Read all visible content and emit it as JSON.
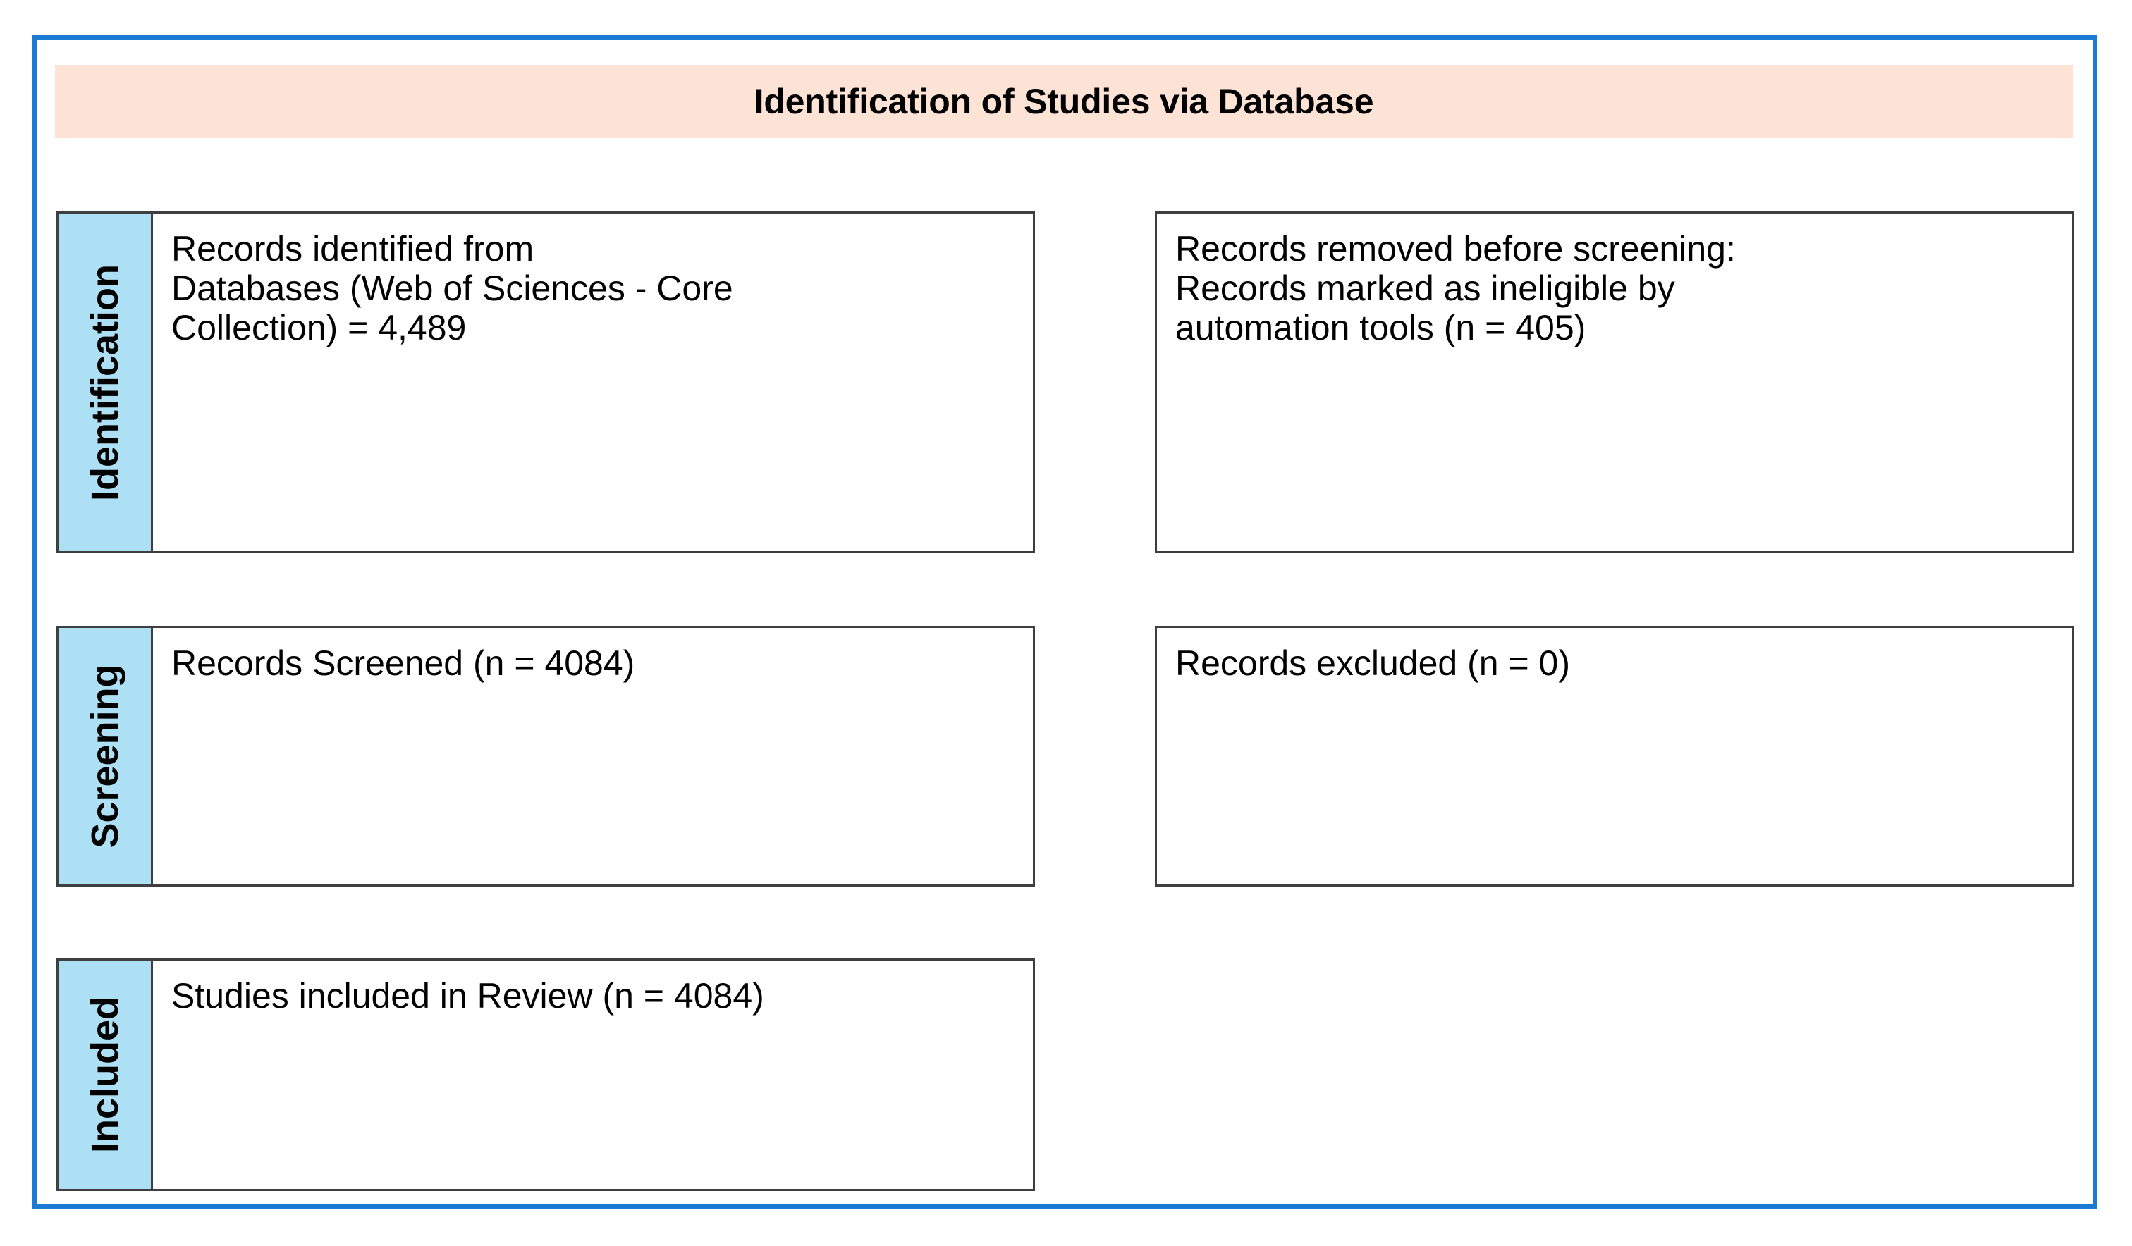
{
  "diagram": {
    "title": "Identification of Studies via Database",
    "colors": {
      "frame_blue": "#1B7AD1",
      "banner_pink": "#FDE3D6",
      "tab_blue": "#AEE0F5",
      "box_border": "#3F3F3F",
      "text": "#000000"
    },
    "stages": [
      {
        "tab_label": "Identification",
        "left_box": {
          "text": "Records identified from\nDatabases (Web of Sciences - Core\nCollection) = 4,489"
        },
        "right_box": {
          "text": "Records removed before screening:\nRecords marked as ineligible by\nautomation tools (n = 405)"
        }
      },
      {
        "tab_label": "Screening",
        "left_box": {
          "text": "Records Screened (n = 4084)"
        },
        "right_box": {
          "text": "Records excluded (n = 0)"
        }
      },
      {
        "tab_label": "Included",
        "left_box": {
          "text": "Studies included in Review (n = 4084)"
        }
      }
    ]
  },
  "chart_data": {
    "type": "table",
    "title": "Identification of Studies via Database",
    "categories": [
      "Identification",
      "Screening",
      "Included"
    ],
    "nodes": [
      {
        "stage": "Identification",
        "side": "left",
        "label": "Records identified from Databases (Web of Sciences - Core Collection)",
        "value": 4489
      },
      {
        "stage": "Identification",
        "side": "right",
        "label": "Records removed before screening: Records marked as ineligible by automation tools",
        "value": 405
      },
      {
        "stage": "Screening",
        "side": "left",
        "label": "Records Screened",
        "value": 4084
      },
      {
        "stage": "Screening",
        "side": "right",
        "label": "Records excluded",
        "value": 0
      },
      {
        "stage": "Included",
        "side": "left",
        "label": "Studies included in Review",
        "value": 4084
      }
    ]
  }
}
